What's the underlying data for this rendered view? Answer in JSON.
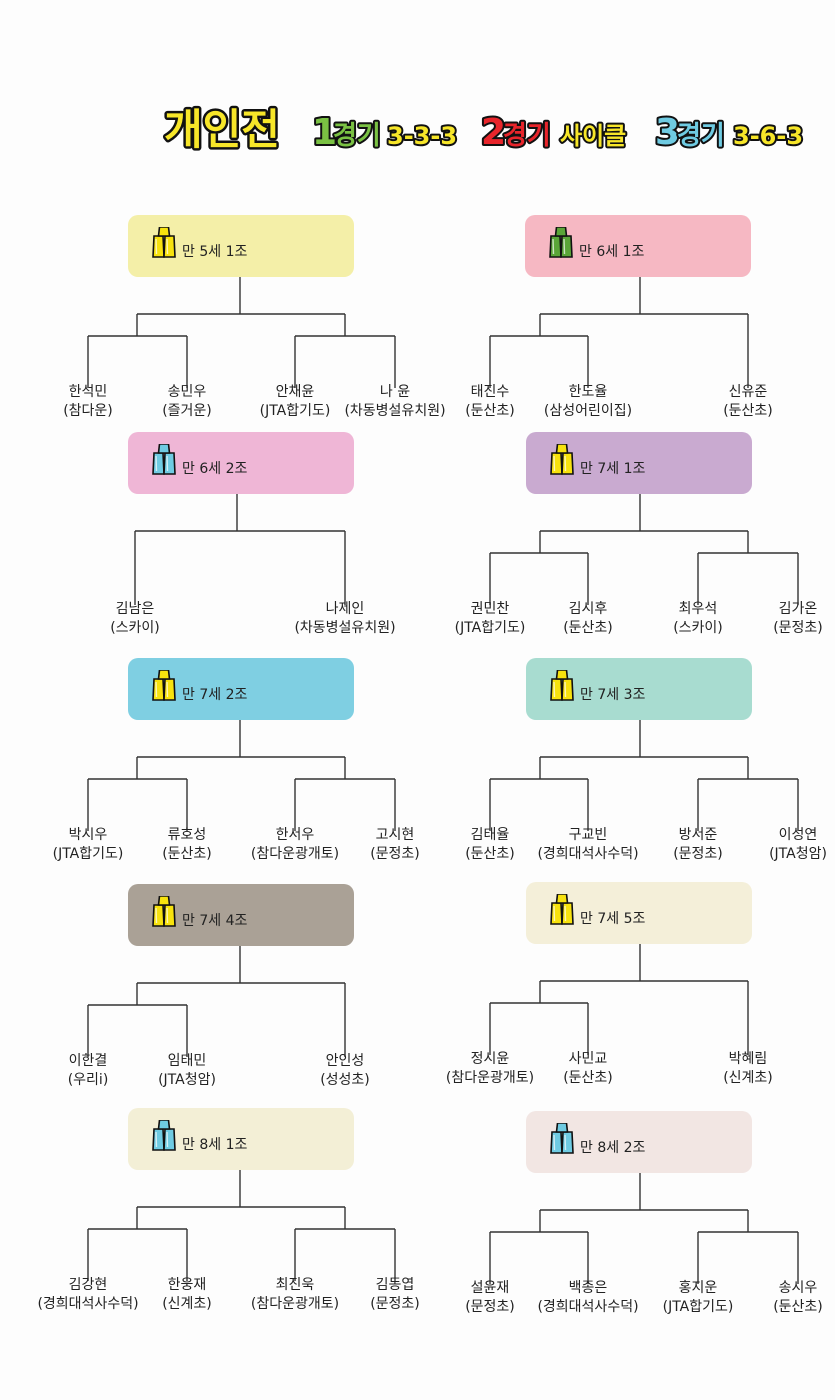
{
  "title": {
    "main": "개인전",
    "g1_num": "1",
    "g1_word": "경기",
    "g1_pattern": "3-3-3",
    "g2_num": "2",
    "g2_word": "경기",
    "g2_pattern": "사이클",
    "g3_num": "3",
    "g3_word": "경기",
    "g3_pattern": "3-6-3"
  },
  "groups": [
    {
      "label": "만 5세 1조",
      "color": "#f4efa8",
      "cup_color": "#f7e20e",
      "players": [
        {
          "name": "한석민",
          "club": "(참다운)"
        },
        {
          "name": "송민우",
          "club": "(즐거운)"
        },
        {
          "name": "안채윤",
          "club": "(JTA합기도)"
        },
        {
          "name": "나 윤",
          "club": "(차동병설유치원)"
        }
      ]
    },
    {
      "label": "만 6세 1조",
      "color": "#f6b8c3",
      "cup_color": "#5aa538",
      "players": [
        {
          "name": "태진수",
          "club": "(둔산초)"
        },
        {
          "name": "한도율",
          "club": "(삼성어린이집)"
        },
        {
          "name": "신유준",
          "club": "(둔산초)"
        }
      ]
    },
    {
      "label": "만 6세 2조",
      "color": "#efb6d6",
      "cup_color": "#6fcbe2",
      "players": [
        {
          "name": "김남은",
          "club": "(스카이)"
        },
        {
          "name": "나제인",
          "club": "(차동병설유치원)"
        }
      ]
    },
    {
      "label": "만 7세 1조",
      "color": "#c9aad0",
      "cup_color": "#f7e20e",
      "players": [
        {
          "name": "권민찬",
          "club": "(JTA합기도)"
        },
        {
          "name": "김시후",
          "club": "(둔산초)"
        },
        {
          "name": "최우석",
          "club": "(스카이)"
        },
        {
          "name": "김가온",
          "club": "(문정초)"
        }
      ]
    },
    {
      "label": "만 7세 2조",
      "color": "#7fcfe2",
      "cup_color": "#f7e20e",
      "players": [
        {
          "name": "박시우",
          "club": "(JTA합기도)"
        },
        {
          "name": "류호성",
          "club": "(둔산초)"
        },
        {
          "name": "한서우",
          "club": "(참다운광개토)"
        },
        {
          "name": "고시현",
          "club": "(문정초)"
        }
      ]
    },
    {
      "label": "만 7세 3조",
      "color": "#a8dcd0",
      "cup_color": "#f7e20e",
      "players": [
        {
          "name": "김태율",
          "club": "(둔산초)"
        },
        {
          "name": "구교빈",
          "club": "(경희대석사수덕)"
        },
        {
          "name": "방서준",
          "club": "(문정초)"
        },
        {
          "name": "이성연",
          "club": "(JTA청암)"
        }
      ]
    },
    {
      "label": "만 7세 4조",
      "color": "#aaa196",
      "cup_color": "#f7e20e",
      "players": [
        {
          "name": "이한결",
          "club": "(우리i)"
        },
        {
          "name": "임태민",
          "club": "(JTA청암)"
        },
        {
          "name": "안인성",
          "club": "(성성초)"
        }
      ]
    },
    {
      "label": "만 7세 5조",
      "color": "#f4efd9",
      "cup_color": "#f7e20e",
      "players": [
        {
          "name": "정시윤",
          "club": "(참다운광개토)"
        },
        {
          "name": "사민교",
          "club": "(둔산초)"
        },
        {
          "name": "박혜림",
          "club": "(신계초)"
        }
      ]
    },
    {
      "label": "만 8세 1조",
      "color": "#f3efd6",
      "cup_color": "#6fcbe2",
      "players": [
        {
          "name": "김강현",
          "club": "(경희대석사수덕)"
        },
        {
          "name": "한웅재",
          "club": "(신계초)"
        },
        {
          "name": "최진욱",
          "club": "(참다운광개토)"
        },
        {
          "name": "김동엽",
          "club": "(문정초)"
        }
      ]
    },
    {
      "label": "만 8세 2조",
      "color": "#f2e6e3",
      "cup_color": "#6fcbe2",
      "players": [
        {
          "name": "설윤재",
          "club": "(문정초)"
        },
        {
          "name": "백종은",
          "club": "(경희대석사수덕)"
        },
        {
          "name": "홍지운",
          "club": "(JTA합기도)"
        },
        {
          "name": "송시우",
          "club": "(둔산초)"
        }
      ]
    }
  ]
}
